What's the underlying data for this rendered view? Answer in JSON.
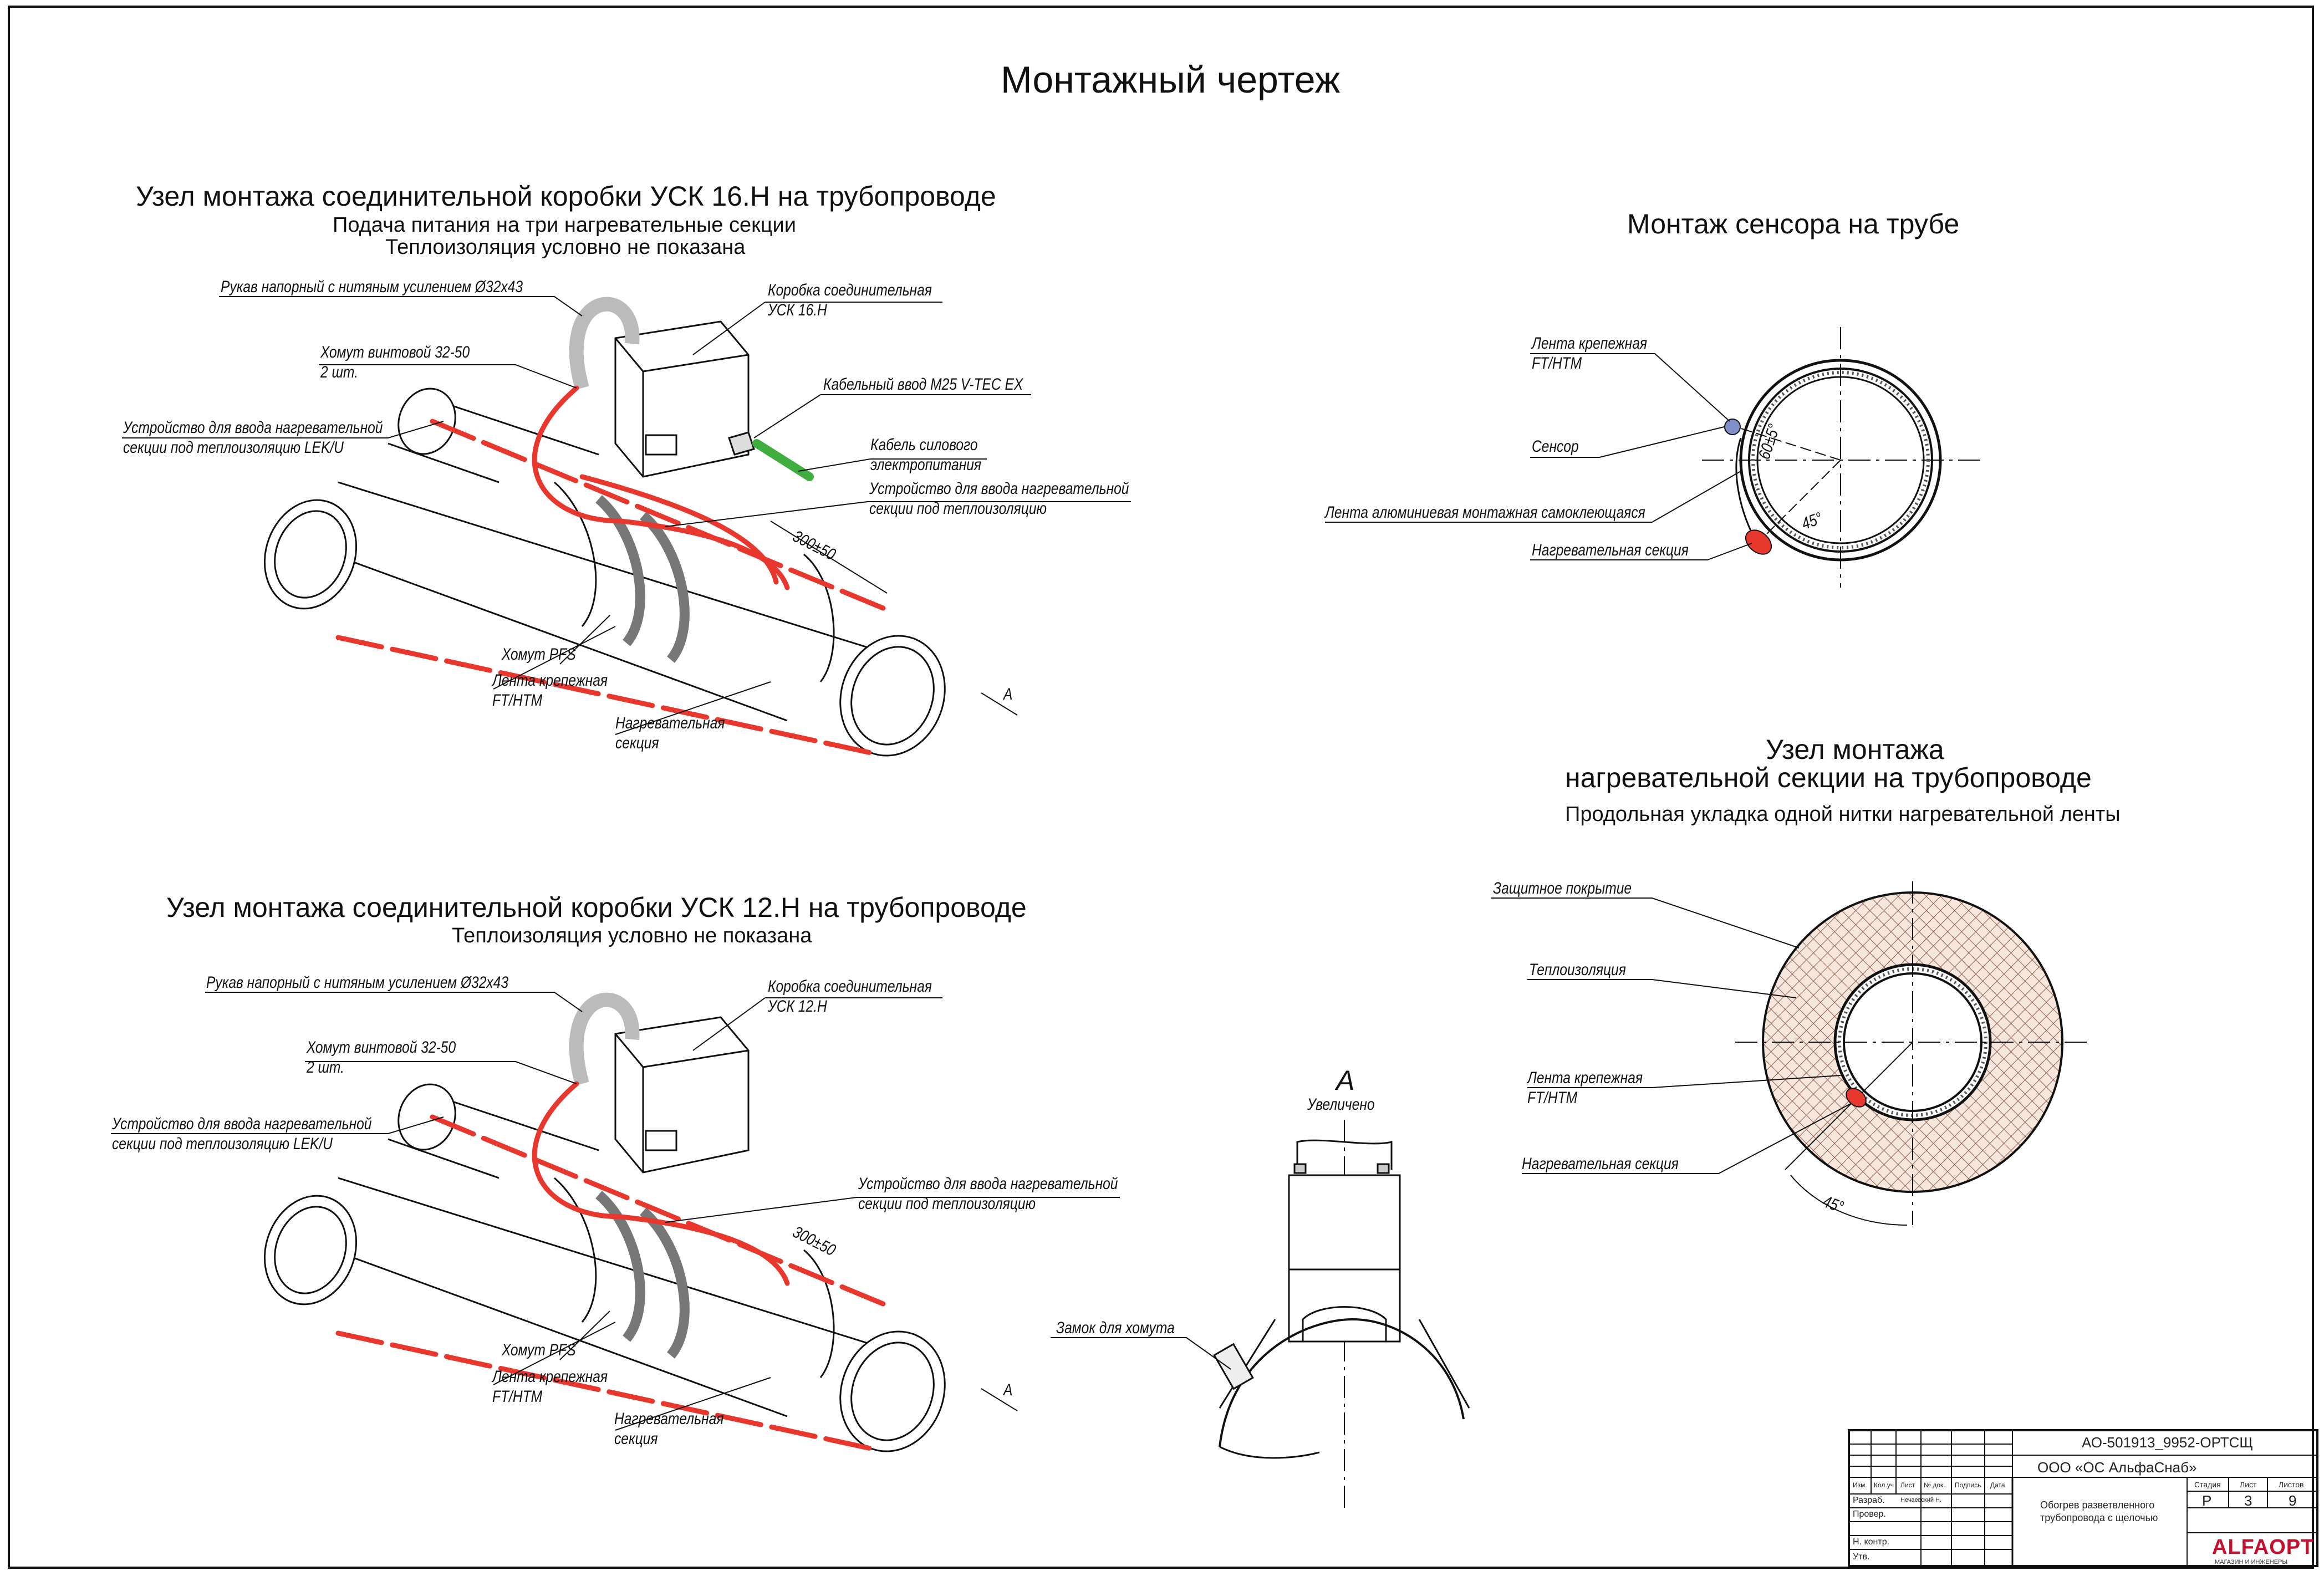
{
  "title": "Монтажный чертеж",
  "section1": {
    "title": "Узел монтажа соединительной коробки УСК 16.Н на трубопроводе",
    "subtitle1": "Подача питания на три нагревательные секции",
    "subtitle2": "Теплоизоляция условно не показана",
    "labels": {
      "hose": "Рукав напорный с нитяным усилением Ø32х43",
      "clamp1": "Хомут винтовой 32-50",
      "clamp2": "2 шт.",
      "device_lek1": "Устройство для ввода нагревательной",
      "device_lek2": "секции под теплоизоляцию LEK/U",
      "box1": "Коробка соединительная",
      "box2": "УСК 16.Н",
      "gland": "Кабельный ввод M25 V-TEC EX",
      "cable1": "Кабель силового",
      "cable2": "электропитания",
      "device1": "Устройство для ввода нагревательной",
      "device2": "секции под теплоизоляцию",
      "dim": "300±50",
      "pfs": "Хомут PFS",
      "tape1": "Лента крепежная",
      "tape2": "FT/HTM",
      "heat1": "Нагревательная",
      "heat2": "секция",
      "view": "А"
    }
  },
  "section2": {
    "title": "Узел монтажа соединительной коробки УСК 12.Н на трубопроводе",
    "subtitle": "Теплоизоляция условно не показана",
    "labels": {
      "hose": "Рукав напорный с нитяным усилением Ø32х43",
      "clamp1": "Хомут винтовой 32-50",
      "clamp2": "2 шт.",
      "device_lek1": "Устройство для ввода нагревательной",
      "device_lek2": "секции под теплоизоляцию LEK/U",
      "box1": "Коробка соединительная",
      "box2": "УСК 12.Н",
      "device1": "Устройство для ввода нагревательной",
      "device2": "секции под теплоизоляцию",
      "dim": "300±50",
      "pfs": "Хомут PFS",
      "tape1": "Лента крепежная",
      "tape2": "FT/HTM",
      "heat1": "Нагревательная",
      "heat2": "секция",
      "view": "А"
    }
  },
  "sensor": {
    "title": "Монтаж сенсора на трубе",
    "tape1": "Лента крепежная",
    "tape2": "FT/HTM",
    "sensor": "Сенсор",
    "alu": "Лента алюминиевая монтажная самоклеющаяся",
    "heat": "Нагревательная секция",
    "angle1": "60±5°",
    "angle2": "45°"
  },
  "node": {
    "title1": "Узел монтажа",
    "title2": "нагревательной секции на трубопроводе",
    "subtitle": "Продольная укладка одной нитки нагревательной ленты",
    "cover": "Защитное покрытие",
    "insulation": "Теплоизоляция",
    "tape1": "Лента крепежная",
    "tape2": "FT/HTM",
    "heat": "Нагревательная секция",
    "angle": "45°"
  },
  "viewA": {
    "letter": "А",
    "caption": "Увеличено",
    "lock": "Замок для хомута"
  },
  "title_block": {
    "doc_code": "АО-501913_9952-ОРТСЩ",
    "company": "ООО «ОС АльфаСнаб»",
    "description1": "Обогрев разветвленного",
    "description2": "трубопровода с щелочью",
    "col_izm": "Изм.",
    "col_kol": "Кол.уч",
    "col_list": "Лист",
    "col_ndoc": "№ док.",
    "col_sign": "Подпись",
    "col_date": "Дата",
    "row_dev": "Разраб.",
    "row_dev_name": "Нечаевский Н.",
    "row_check": "Провер.",
    "row_nkontr": "Н. контр.",
    "row_approved": "Утв.",
    "stage_h": "Стадия",
    "sheet_h": "Лист",
    "sheets_h": "Листов",
    "stage": "Р",
    "sheet": "3",
    "sheets": "9",
    "logo": "ALFAOPT",
    "logo_sub": "МАГАЗИН И ИНЖЕНЕРЫ"
  },
  "colors": {
    "heating_cable": "#e8382e",
    "power_cable": "#3fae3f",
    "sensor": "#7f8fc8",
    "insulation_hatch": "#8b5a4a"
  }
}
